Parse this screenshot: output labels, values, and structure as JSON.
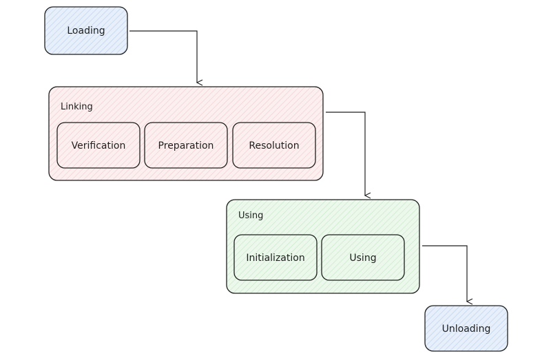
{
  "colors": {
    "loading_fill": "#dbe7f7",
    "linking_fill": "#fbe7e7",
    "using_fill": "#e3f5e3",
    "unloading_fill": "#dbe7f7",
    "stroke": "#1e1e1e"
  },
  "nodes": {
    "loading": "Loading",
    "linking": {
      "label": "Linking",
      "verification": "Verification",
      "preparation": "Preparation",
      "resolution": "Resolution"
    },
    "using": {
      "label": "Using",
      "initialization": "Initialization",
      "using": "Using"
    },
    "unloading": "Unloading"
  }
}
